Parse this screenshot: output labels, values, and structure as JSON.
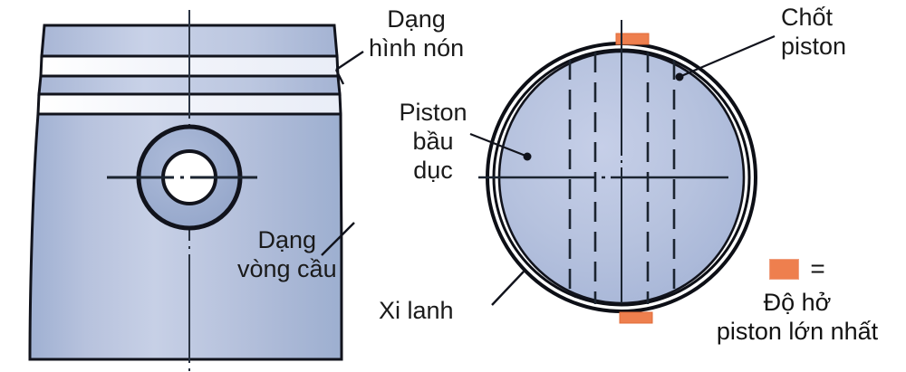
{
  "diagram": {
    "title": "Piston shape and piston-to-cylinder clearance diagram",
    "labels": {
      "conical_shape": "Dạng\nhình nón",
      "oval_piston": "Piston\nbầu\ndục",
      "spherical_shape": "Dạng\nvòng cầu",
      "cylinder": "Xi lanh",
      "piston_pin": "Chốt\npiston"
    },
    "legend": {
      "equals": "=",
      "text": "Độ hở\npiston lớn nhất",
      "swatch_color": "#ee7f4e"
    },
    "colors": {
      "piston_fill": "#aebbd8",
      "piston_fill_light": "#c3cde4",
      "groove_fill": "#ffffff",
      "outline": "#111118",
      "clearance": "#ee7f4e",
      "centerline": "#1b2430",
      "pin_boss_fill": "#9fafd0",
      "pin_bore_fill": "#ffffff"
    },
    "side_view": {
      "name": "piston-side-view",
      "features": [
        "crown",
        "ring-groove-1",
        "ring-groove-2",
        "skirt",
        "pin-boss",
        "pin-bore",
        "vertical-centerline",
        "horizontal-centerline"
      ]
    },
    "section_view": {
      "name": "piston-cylinder-cross-section",
      "features": [
        "cylinder-bore-ring",
        "piston-oval-body",
        "pin-bore-dashed-lines",
        "clearance-top",
        "clearance-bottom",
        "vertical-centerline",
        "horizontal-centerline"
      ],
      "clearance_positions": [
        "top",
        "bottom"
      ],
      "dashed_line_count": 4
    }
  }
}
